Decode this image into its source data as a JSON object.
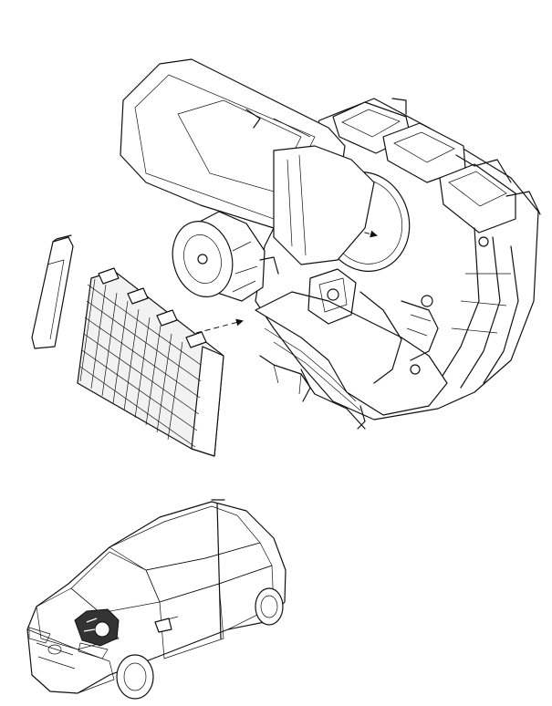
{
  "figure": {
    "kind": "exploded technical drawing, no printed text",
    "parts": [
      {
        "name": "air-filter-cover",
        "icon": "filter-cover-icon"
      },
      {
        "name": "cabin-pollen-filter",
        "icon": "pleated-filter-icon"
      },
      {
        "name": "heater-blower-housing",
        "icon": "hvac-unit-icon"
      },
      {
        "name": "blower-motor",
        "icon": "fan-motor-icon"
      },
      {
        "name": "vehicle-location-view",
        "icon": "hatchback-car-icon"
      }
    ],
    "colors": {
      "line": "#111111",
      "background": "#ffffff",
      "shade": "#f2f2f2"
    }
  }
}
